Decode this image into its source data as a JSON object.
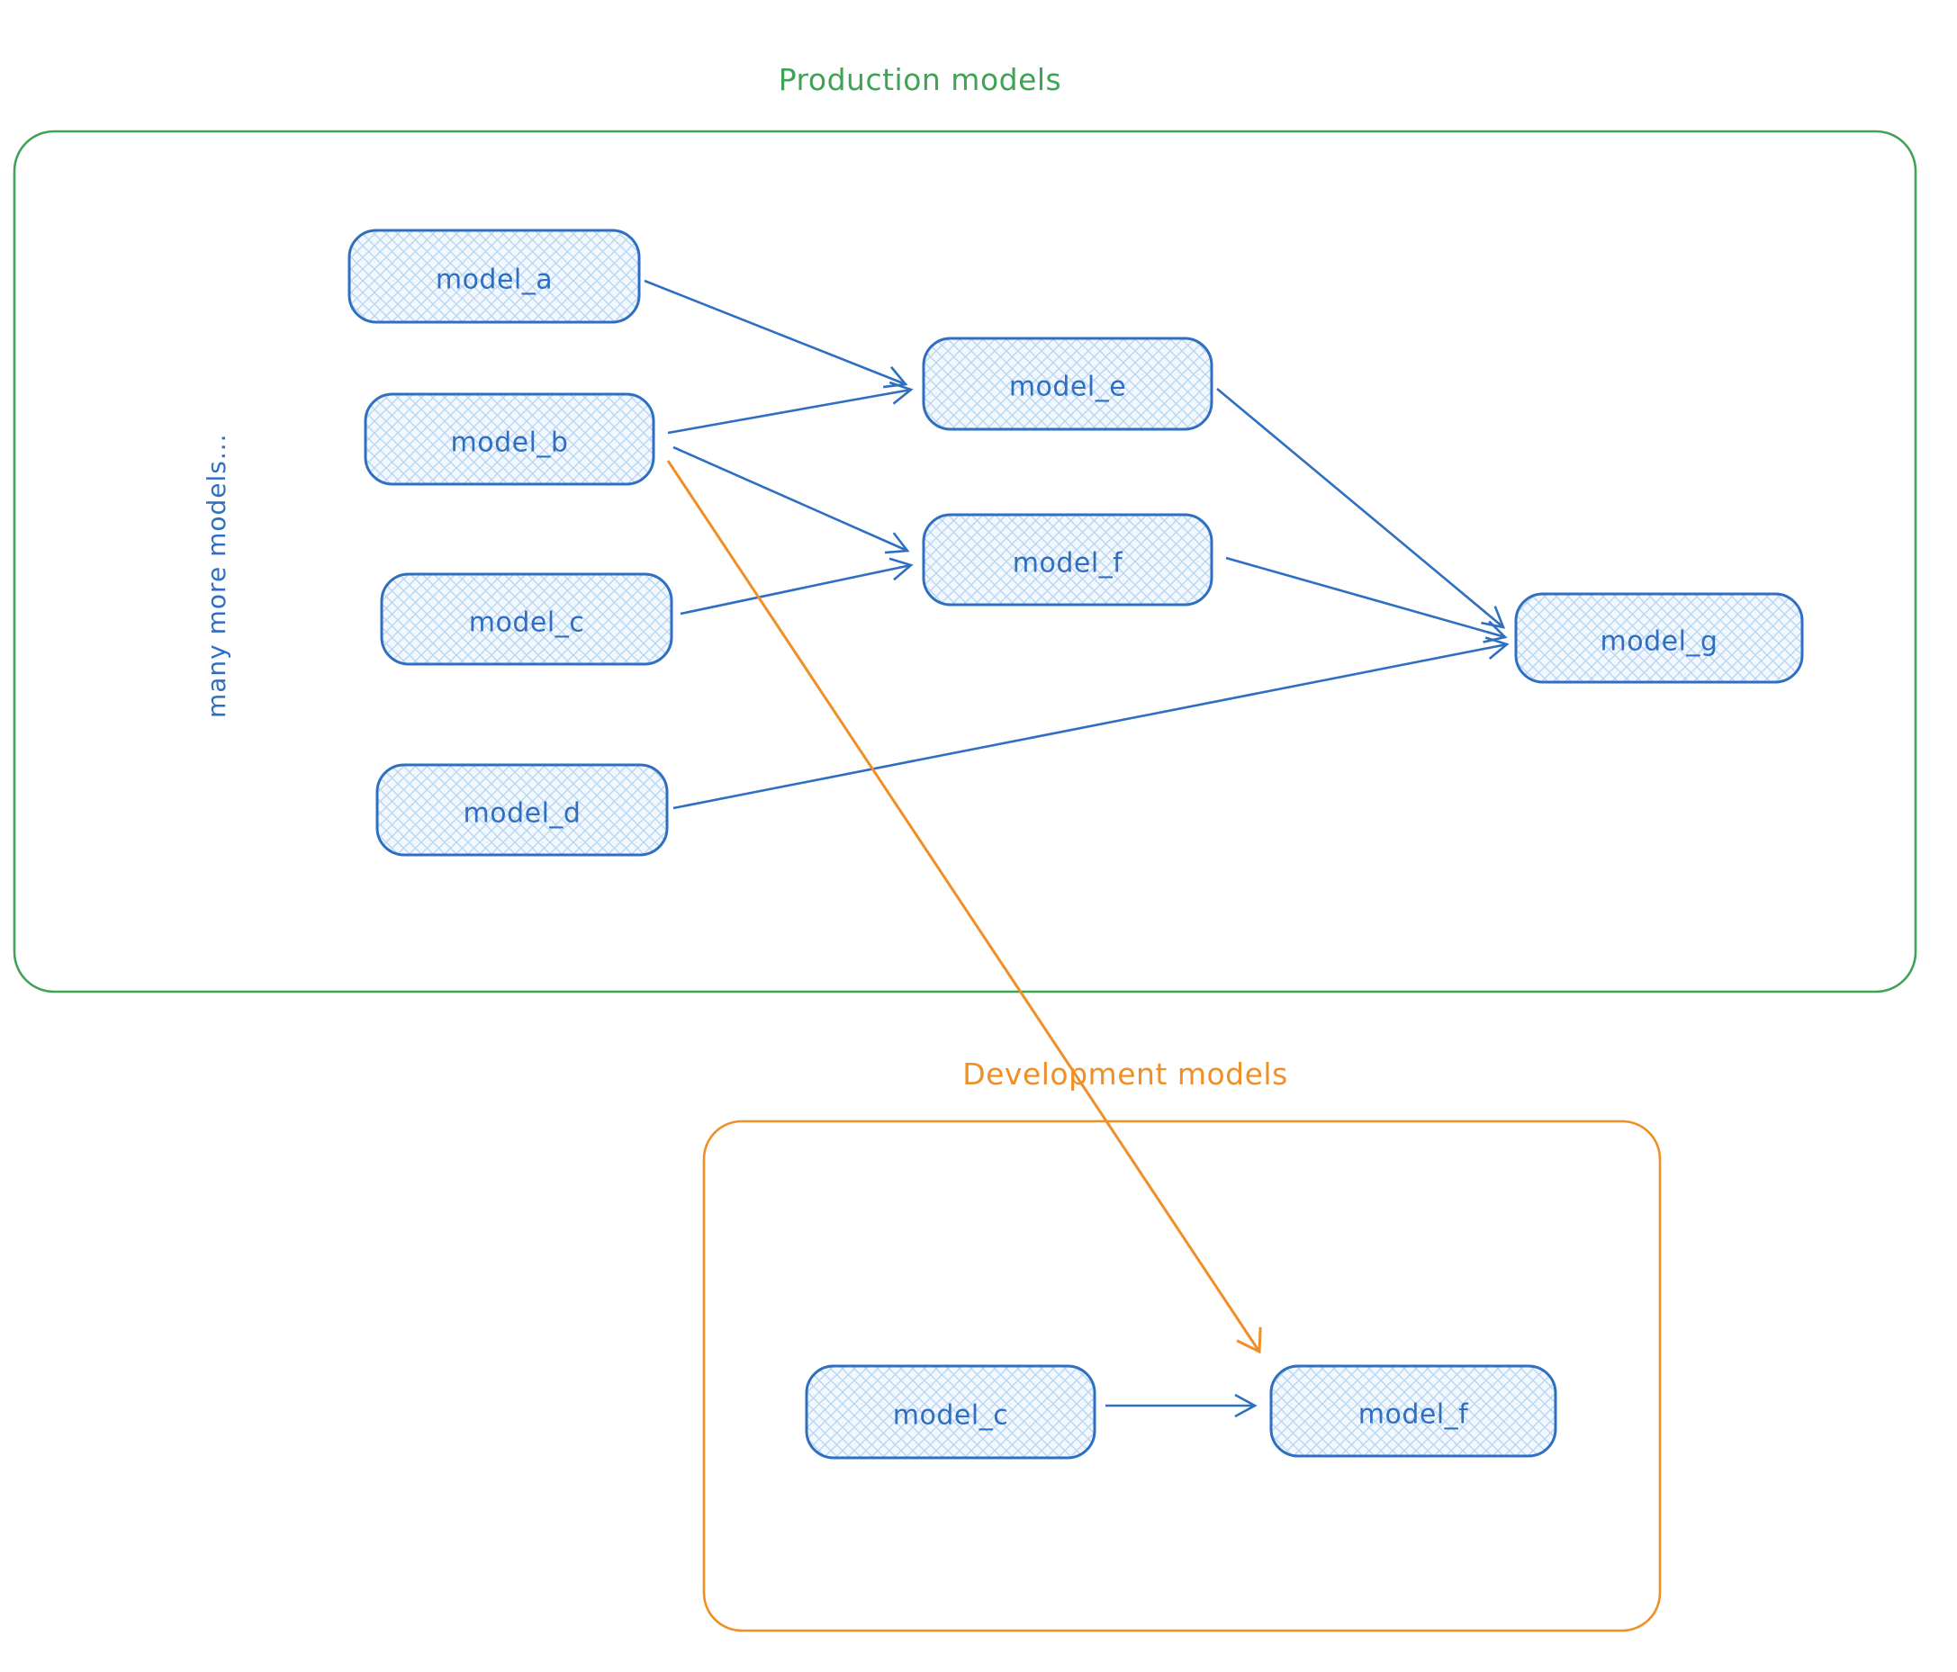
{
  "diagram": {
    "production": {
      "title": "Production models",
      "note": "many more models...",
      "nodes": {
        "model_a": {
          "label": "model_a"
        },
        "model_b": {
          "label": "model_b"
        },
        "model_c": {
          "label": "model_c"
        },
        "model_d": {
          "label": "model_d"
        },
        "model_e": {
          "label": "model_e"
        },
        "model_f": {
          "label": "model_f"
        },
        "model_g": {
          "label": "model_g"
        }
      }
    },
    "development": {
      "title": "Development models",
      "nodes": {
        "model_c": {
          "label": "model_c"
        },
        "model_f": {
          "label": "model_f"
        }
      }
    },
    "edges": [
      {
        "from": "production.model_a",
        "to": "production.model_e",
        "color": "blue"
      },
      {
        "from": "production.model_b",
        "to": "production.model_e",
        "color": "blue"
      },
      {
        "from": "production.model_b",
        "to": "production.model_f",
        "color": "blue"
      },
      {
        "from": "production.model_c",
        "to": "production.model_f",
        "color": "blue"
      },
      {
        "from": "production.model_e",
        "to": "production.model_g",
        "color": "blue"
      },
      {
        "from": "production.model_f",
        "to": "production.model_g",
        "color": "blue"
      },
      {
        "from": "production.model_d",
        "to": "production.model_g",
        "color": "blue"
      },
      {
        "from": "production.model_b",
        "to": "development.model_f",
        "color": "orange"
      },
      {
        "from": "development.model_c",
        "to": "development.model_f",
        "color": "blue"
      }
    ]
  },
  "colors": {
    "background": "#ffffff",
    "production_border": "#3fa355",
    "development_border": "#ef8f25",
    "node_stroke": "#2f6fc1",
    "node_fill_bg": "#f2f8fe",
    "node_fill_line": "#b9d6f3",
    "arrow_blue": "#2f6fc1",
    "arrow_orange": "#ef8f25"
  }
}
